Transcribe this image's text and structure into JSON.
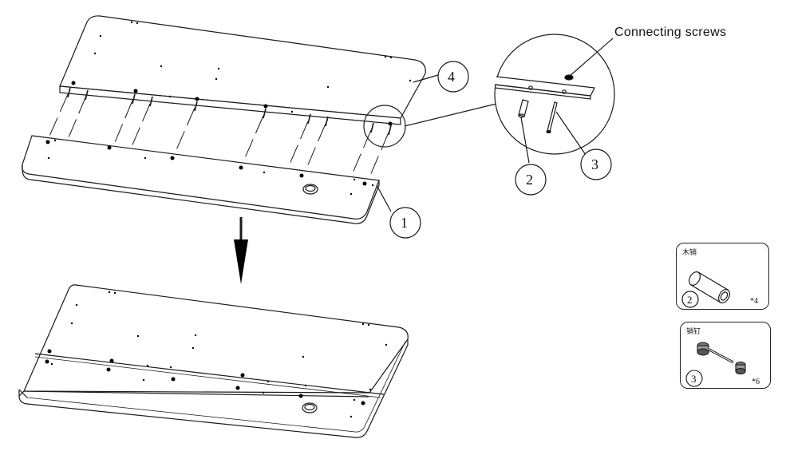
{
  "callouts": {
    "connecting_screws": "Connecting screws",
    "n1": "1",
    "n2": "2",
    "n3": "3",
    "n4": "4"
  },
  "parts": [
    {
      "number": "2",
      "name": "木销",
      "qty": "*4"
    },
    {
      "number": "3",
      "name": "销钉",
      "qty": "*6"
    }
  ],
  "colors": {
    "line": "#1a1a1a",
    "hole": "#000000"
  }
}
